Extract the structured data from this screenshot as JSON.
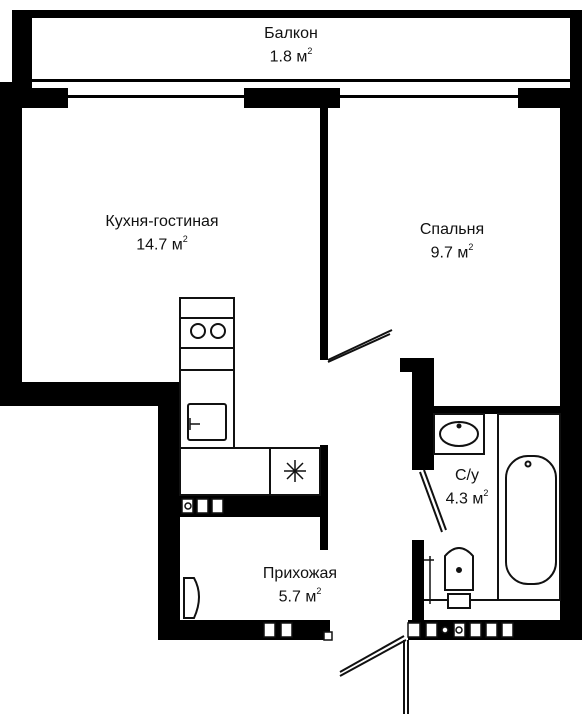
{
  "colors": {
    "wall": "#000000",
    "fixture_line": "#111111",
    "background": "#ffffff"
  },
  "rooms": [
    {
      "id": "balcony",
      "name": "Балкон",
      "area": "1.8",
      "unit": "м"
    },
    {
      "id": "kitchen",
      "name": "Кухня-гостиная",
      "area": "14.7",
      "unit": "м"
    },
    {
      "id": "bedroom",
      "name": "Спальня",
      "area": "9.7",
      "unit": "м"
    },
    {
      "id": "bathroom",
      "name": "С/у",
      "area": "4.3",
      "unit": "м"
    },
    {
      "id": "hallway",
      "name": "Прихожая",
      "area": "5.7",
      "unit": "м"
    }
  ],
  "unit_power": "2",
  "fixtures": [
    "stove",
    "kitchen-sink",
    "fridge",
    "washbasin",
    "bathtub",
    "toilet",
    "wardrobe-sink"
  ],
  "icons": [
    "stove-burner-icon",
    "snowflake-icon",
    "socket-icon"
  ]
}
